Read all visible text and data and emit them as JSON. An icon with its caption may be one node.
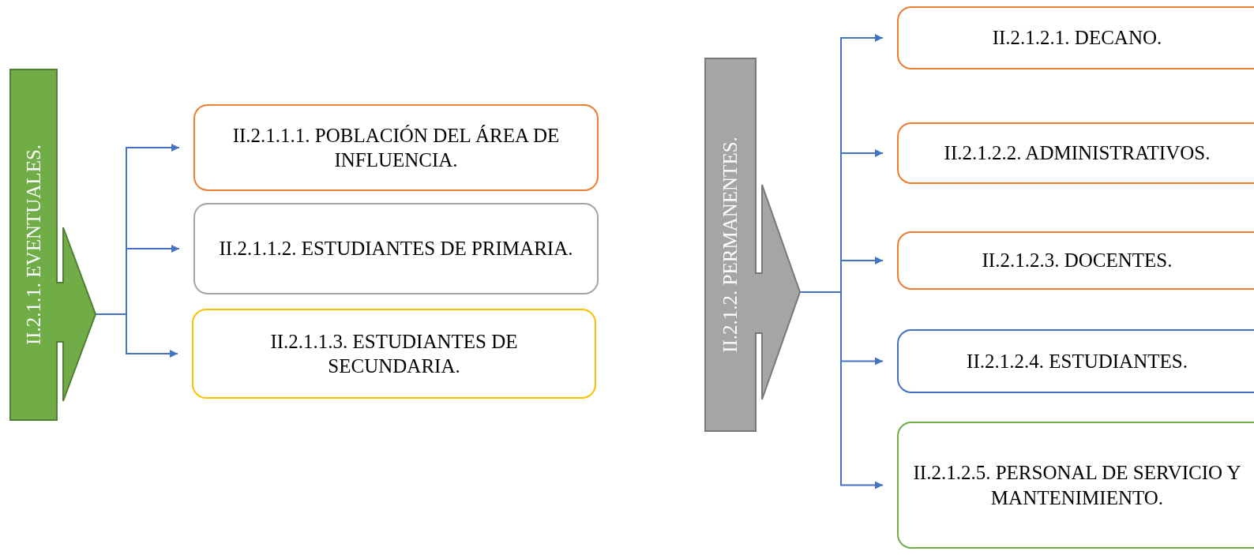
{
  "diagram": {
    "nodes": [
      {
        "text": [
          "II.2.1.1. EVENTUALES."
        ]
      },
      {
        "text": [
          "II.2.1.1.1. POBLACIÓN DEL ÁREA DE INFLUENCIA."
        ]
      },
      {
        "text": [
          "II.2.1.1.2. ESTUDIANTES DE PRIMARIA."
        ]
      },
      {
        "text": [
          "II.2.1.1.3. ESTUDIANTES DE SECUNDARIA."
        ]
      },
      {
        "text": [
          "II.2.1.2. PERMANENTES."
        ]
      },
      {
        "text": [
          "II.2.1.2.1. DECANO."
        ]
      },
      {
        "text": [
          "II.2.1.2.2. ADMINISTRATIVOS."
        ]
      },
      {
        "text": [
          "II.2.1.2.3. DOCENTES."
        ]
      },
      {
        "text": [
          "II.2.1.2.4. ESTUDIANTES."
        ]
      },
      {
        "text": [
          "II.2.1.2.5. PERSONAL DE SERVICIO Y MANTENIMIENTO."
        ]
      }
    ],
    "edges": [
      {
        "from": 0,
        "to": 1,
        "arrow": "to"
      },
      {
        "from": 0,
        "to": 2,
        "arrow": "to"
      },
      {
        "from": 0,
        "to": 3,
        "arrow": "to"
      },
      {
        "from": 4,
        "to": 5,
        "arrow": "to"
      },
      {
        "from": 4,
        "to": 6,
        "arrow": "to"
      },
      {
        "from": 4,
        "to": 7,
        "arrow": "to"
      },
      {
        "from": 4,
        "to": 8,
        "arrow": "to"
      },
      {
        "from": 4,
        "to": 9,
        "arrow": "to"
      }
    ]
  }
}
